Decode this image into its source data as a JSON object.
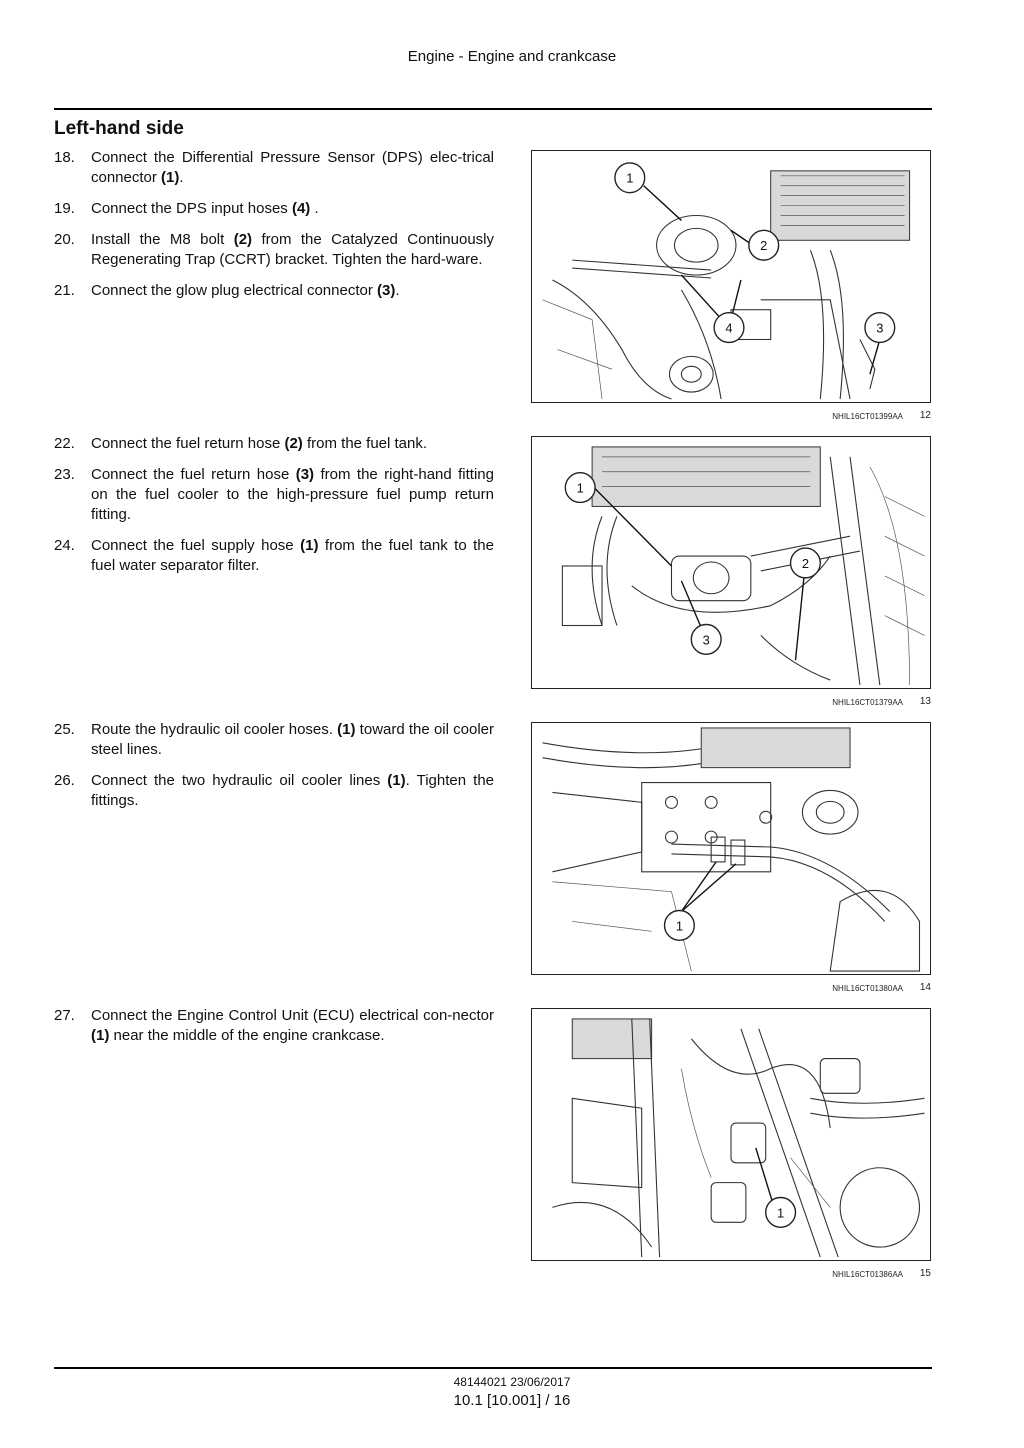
{
  "header": {
    "title": "Engine - Engine and crankcase"
  },
  "section": {
    "title": "Left-hand side"
  },
  "steps": [
    {
      "num": "18.",
      "parts": [
        "Connect the Differential Pressure Sensor (DPS) elec-trical connector ",
        "(1)",
        "."
      ]
    },
    {
      "num": "19.",
      "parts": [
        "Connect the DPS input hoses ",
        "(4)",
        " ."
      ]
    },
    {
      "num": "20.",
      "parts": [
        "Install the M8 bolt ",
        "(2)",
        " from the Catalyzed Continuously Regenerating Trap (CCRT) bracket. Tighten the hard-ware."
      ]
    },
    {
      "num": "21.",
      "parts": [
        "Connect the glow plug electrical connector ",
        "(3)",
        "."
      ]
    },
    {
      "num": "22.",
      "parts": [
        "Connect the fuel return hose ",
        "(2)",
        " from the fuel tank."
      ]
    },
    {
      "num": "23.",
      "parts": [
        "Connect the fuel return hose ",
        "(3)",
        " from the right-hand fitting on the fuel cooler to the high-pressure fuel pump return fitting."
      ]
    },
    {
      "num": "24.",
      "parts": [
        "Connect the fuel supply hose ",
        "(1)",
        " from the fuel tank to the fuel water separator filter."
      ]
    },
    {
      "num": "25.",
      "parts": [
        "Route the hydraulic oil cooler hoses.  ",
        "(1)",
        " toward the oil cooler steel lines."
      ]
    },
    {
      "num": "26.",
      "parts": [
        "Connect the two hydraulic oil cooler lines ",
        "(1)",
        ". Tighten the fittings."
      ]
    },
    {
      "num": "27.",
      "parts": [
        "Connect the Engine Control Unit (ECU) electrical con-nector ",
        "(1)",
        " near the middle of the engine crankcase."
      ]
    }
  ],
  "figures": [
    {
      "code": "NHIL16CT01399AA",
      "number": "12",
      "callouts": [
        "1",
        "2",
        "4",
        "3"
      ]
    },
    {
      "code": "NHIL16CT01379AA",
      "number": "13",
      "callouts": [
        "1",
        "2",
        "3"
      ]
    },
    {
      "code": "NHIL16CT01380AA",
      "number": "14",
      "callouts": [
        "1"
      ]
    },
    {
      "code": "NHIL16CT01386AA",
      "number": "15",
      "callouts": [
        "1"
      ]
    }
  ],
  "footer": {
    "doc_code": "48144021 23/06/2017",
    "page": "10.1 [10.001] / 16"
  }
}
